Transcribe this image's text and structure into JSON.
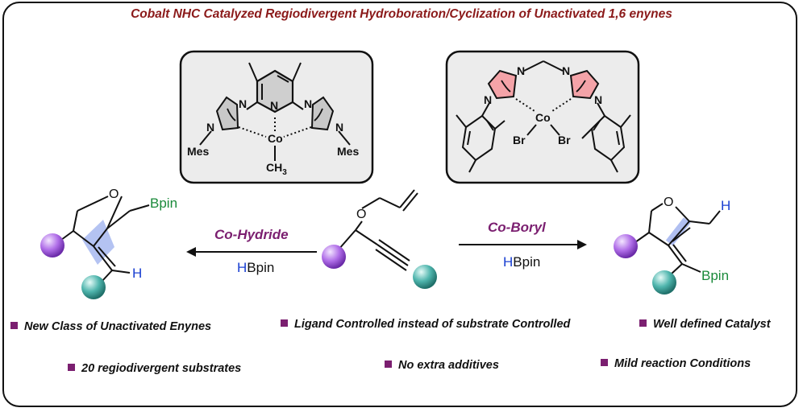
{
  "title": "Cobalt NHC Catalyzed Regiodivergent Hydroboration/Cyclization of Unactivated 1,6 enynes",
  "catalyst_left": {
    "atoms": {
      "co": "Co",
      "n": "N",
      "mes": "Mes",
      "ch3": "CH",
      "sub3": "3"
    }
  },
  "catalyst_right": {
    "atoms": {
      "co": "Co",
      "n": "N",
      "br": "Br"
    }
  },
  "left_reaction": {
    "condition": "Co-Hydride",
    "reagent_h": "H",
    "reagent_b": "Bpin"
  },
  "right_reaction": {
    "condition": "Co-Boryl",
    "reagent_h": "H",
    "reagent_b": "Bpin"
  },
  "left_product": {
    "o": "O",
    "bpin": "Bpin",
    "h": "H"
  },
  "right_product": {
    "o": "O",
    "bpin": "Bpin",
    "h": "H"
  },
  "substrate": {
    "o": "O"
  },
  "bullets": {
    "b1": "New Class of Unactivated Enynes",
    "b2": "Ligand Controlled instead of substrate Controlled",
    "b3": "Well defined Catalyst",
    "b4": "20 regiodivergent substrates",
    "b5": "No extra additives",
    "b6": "Mild reaction Conditions"
  },
  "colors": {
    "title": "#8b1a1a",
    "accent": "#7b1f70",
    "boron": "#1a8a3a",
    "hydrogen": "#1a3fd1",
    "sphere_purple": "#b06ee8",
    "sphere_teal": "#4fb5ad",
    "imidazole_pink": "#f4a3a8",
    "imidazole_gray": "#c8c8c8",
    "pyridine_gray": "#cfcfcf",
    "highlight": "#a7b8f0"
  }
}
